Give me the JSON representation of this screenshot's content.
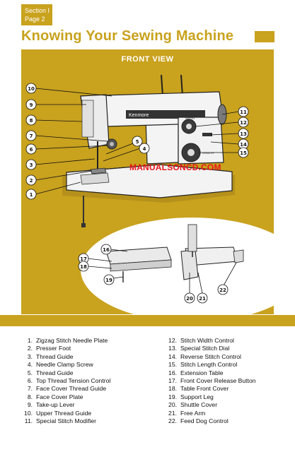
{
  "section": {
    "label": "Section I",
    "page": "Page 2"
  },
  "title": "Knowing Your Sewing Machine",
  "view_label": "FRONT VIEW",
  "brand": "Kenmore",
  "machine_labels": {
    "zigzag": "ZIGZAG",
    "stitch": "STITCH",
    "width": "WIDTH",
    "length": "LENGTH"
  },
  "watermark": "MANUALSONCD.COM",
  "callout_numbers": [
    "10",
    "9",
    "8",
    "7",
    "6",
    "3",
    "2",
    "1",
    "5",
    "4",
    "11",
    "12",
    "13",
    "14",
    "15",
    "16",
    "17",
    "18",
    "19",
    "20",
    "21",
    "22"
  ],
  "parts_left": [
    {
      "num": "1.",
      "name": "Zigzag Stitch Needle Plate"
    },
    {
      "num": "2.",
      "name": "Presser Foot"
    },
    {
      "num": "3.",
      "name": "Thread Guide"
    },
    {
      "num": "4.",
      "name": "Needle Clamp Screw"
    },
    {
      "num": "5.",
      "name": "Thread Guide"
    },
    {
      "num": "6.",
      "name": "Top Thread Tension Control"
    },
    {
      "num": "7.",
      "name": "Face Cover Thread Guide"
    },
    {
      "num": "8.",
      "name": "Face Cover Plate"
    },
    {
      "num": "9.",
      "name": "Take-up Lever"
    },
    {
      "num": "10.",
      "name": "Upper Thread Guide"
    },
    {
      "num": "11.",
      "name": "Special Stitch Modifier"
    }
  ],
  "parts_right": [
    {
      "num": "12.",
      "name": "Stitch Width Control"
    },
    {
      "num": "13.",
      "name": "Special Stitch Dial"
    },
    {
      "num": "14.",
      "name": "Reverse Stitch Control"
    },
    {
      "num": "15.",
      "name": "Stitch Length Control"
    },
    {
      "num": "16.",
      "name": "Extension Table"
    },
    {
      "num": "17.",
      "name": "Front Cover Release Button"
    },
    {
      "num": "18.",
      "name": "Table Front Cover"
    },
    {
      "num": "19.",
      "name": "Support Leg"
    },
    {
      "num": "20.",
      "name": "Shuttle Cover"
    },
    {
      "num": "21.",
      "name": "Free Arm"
    },
    {
      "num": "22.",
      "name": "Feed Dog Control"
    }
  ],
  "colors": {
    "gold": "#c9a21e",
    "watermark": "#e8151b",
    "callout_fill": "#fff"
  }
}
